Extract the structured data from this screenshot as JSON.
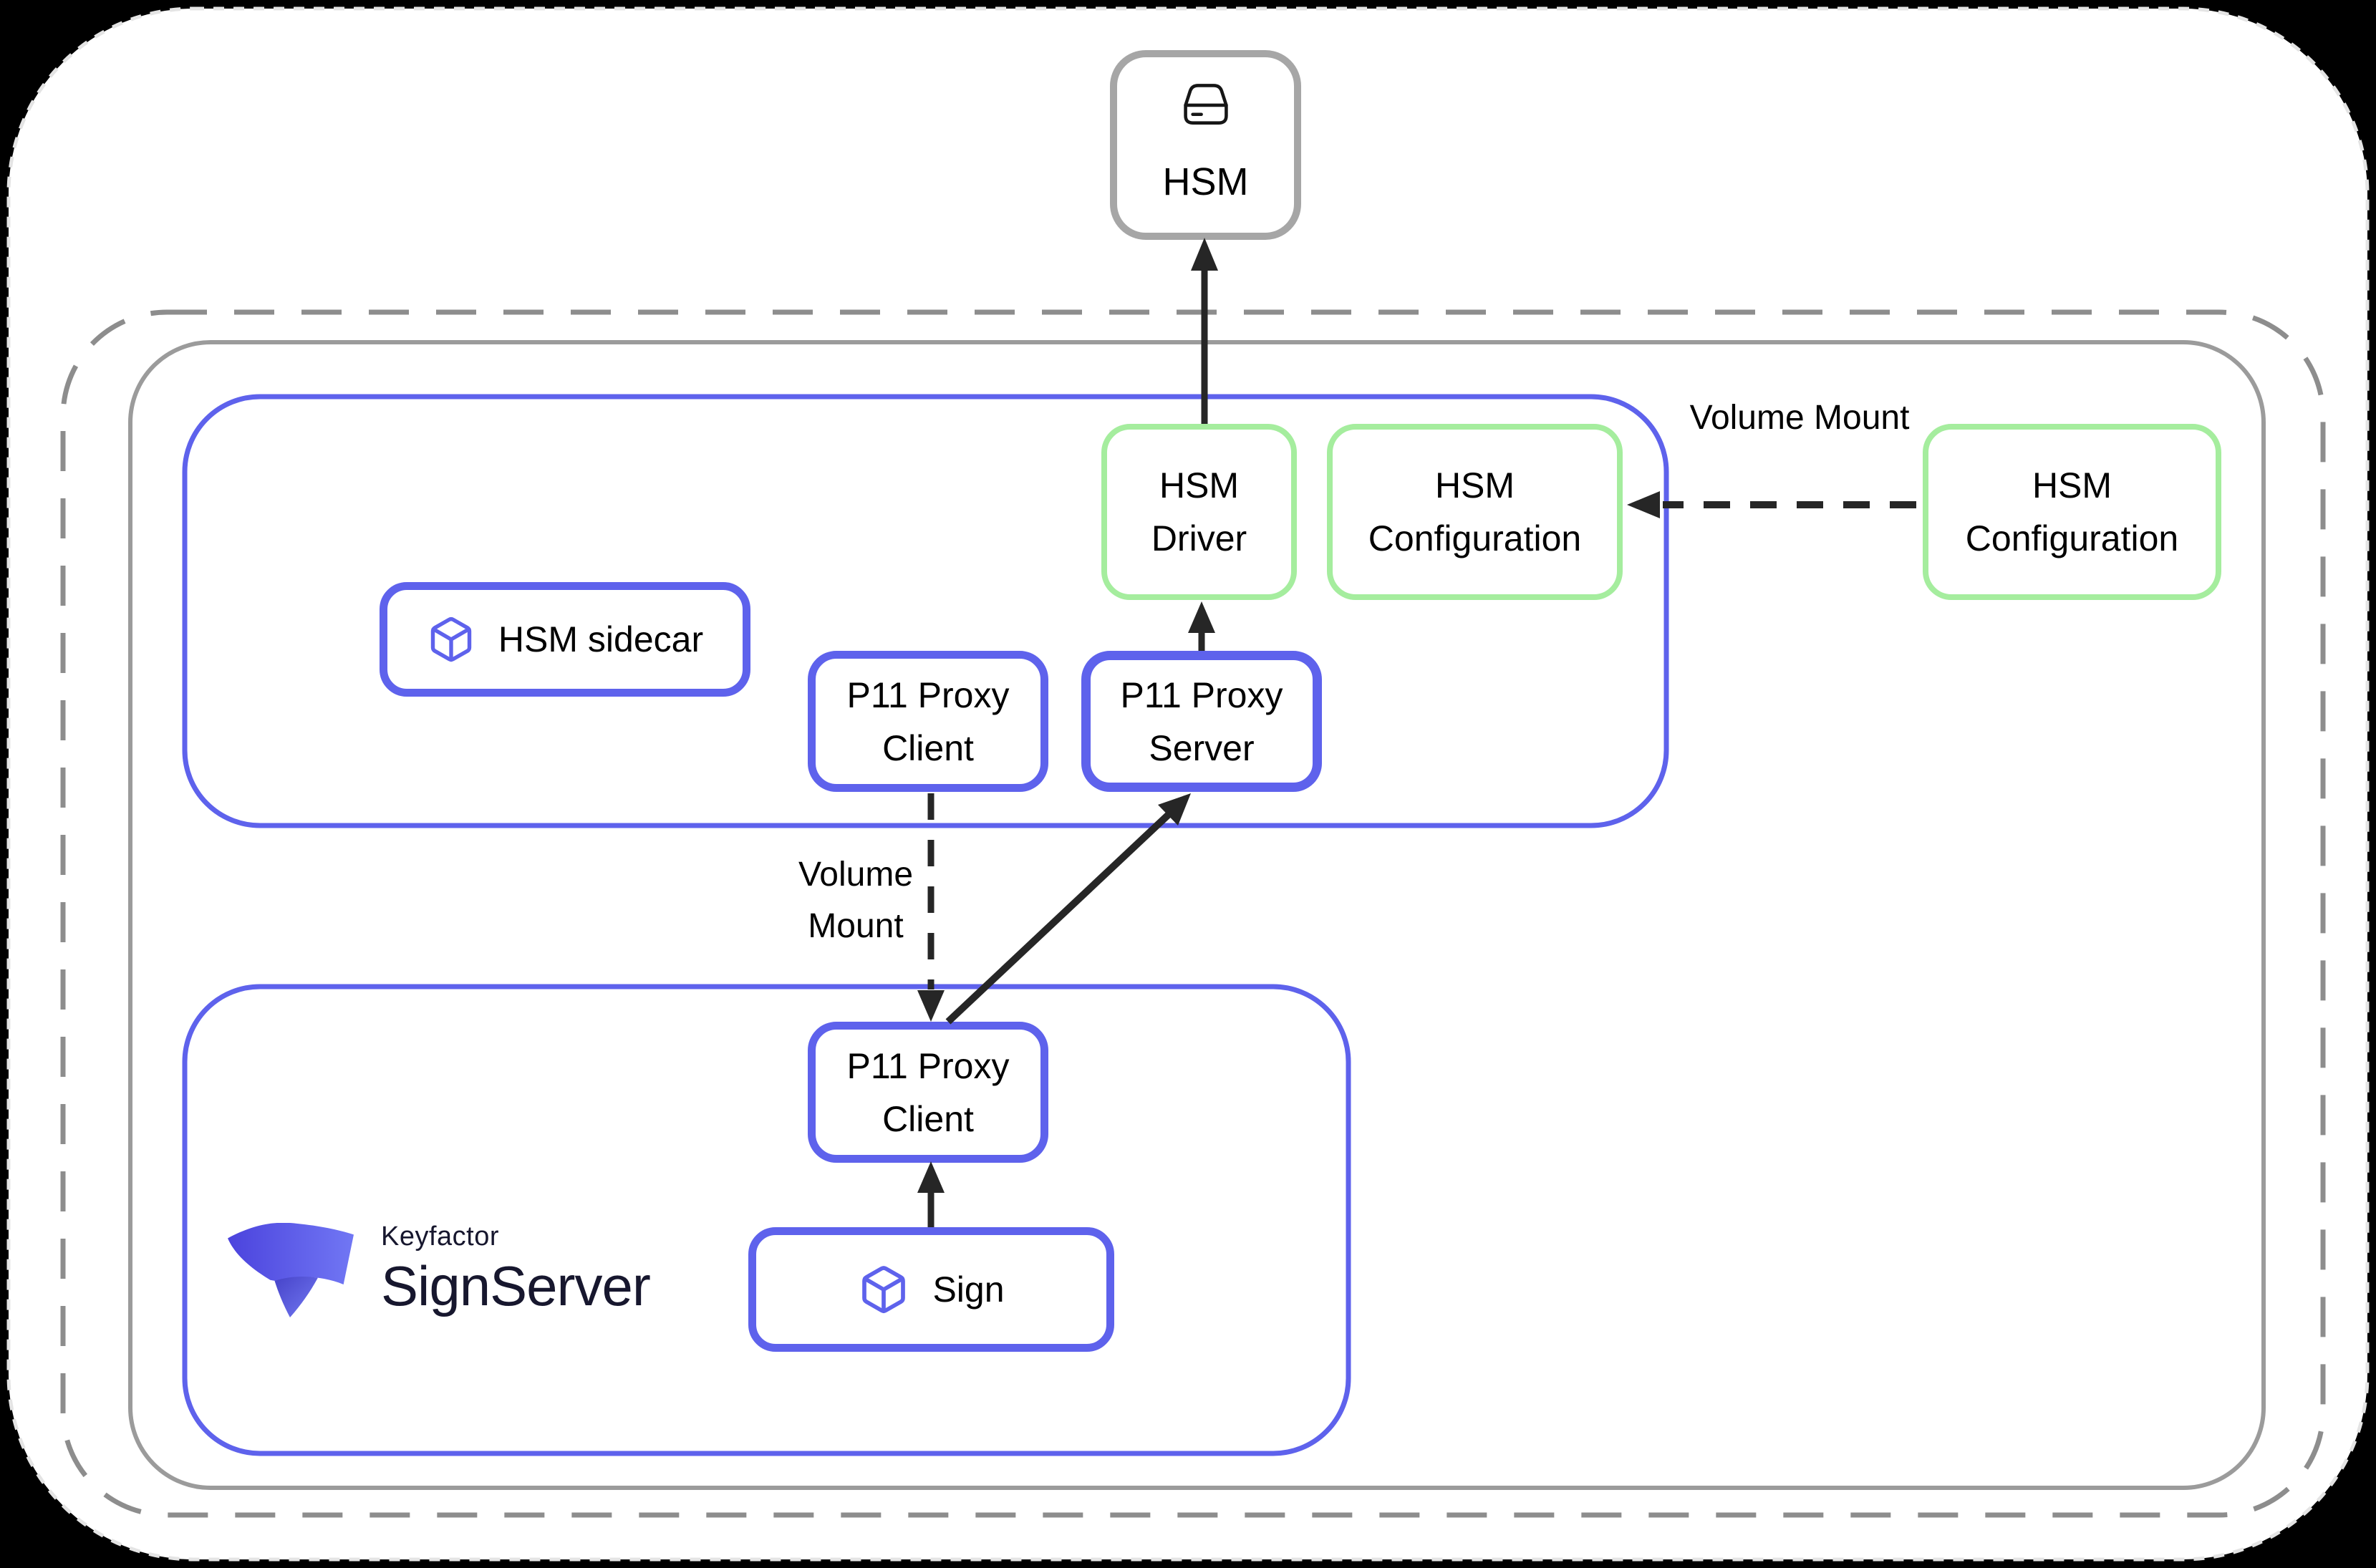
{
  "colors": {
    "blue": "#5E62EC",
    "green": "#A5ED9E",
    "gray_node": "#9B9B9B",
    "gray_cluster": "#8D8D8D",
    "frame_dash": "#E4E4E4",
    "hsm_border": "#A6A6A6",
    "arrow": "#262626",
    "text": "#000000",
    "brand_text": "#17172E"
  },
  "external": {
    "hsm": {
      "icon": "hard-drive-icon",
      "label": "HSM"
    }
  },
  "cluster": {
    "sidecar_pod": {
      "badge": {
        "icon": "cube-icon",
        "label": "HSM sidecar"
      },
      "p11_proxy_client": {
        "label": "P11 Proxy Client"
      },
      "p11_proxy_server": {
        "label": "P11 Proxy Server"
      },
      "hsm_driver": {
        "label": "HSM Driver"
      },
      "hsm_configuration": {
        "label": "HSM Configuration"
      }
    },
    "signserver_pod": {
      "p11_proxy_client": {
        "label": "P11 Proxy Client"
      },
      "sign": {
        "icon": "cube-icon",
        "label": "Sign"
      },
      "brand": {
        "icon": "keyfactor-mark-icon",
        "company": "Keyfactor",
        "product": "SignServer"
      }
    },
    "hsm_configuration_volume": {
      "label": "HSM Configuration"
    }
  },
  "labels": {
    "volume_mount_config": "Volume Mount",
    "volume_mount_proxy": "Volume Mount"
  },
  "connections": [
    {
      "from": "HSM Driver",
      "to": "HSM",
      "style": "solid-arrow"
    },
    {
      "from": "P11 Proxy Server",
      "to": "HSM Driver",
      "style": "solid-arrow"
    },
    {
      "from": "P11 Proxy Client (sidecar pod)",
      "to": "P11 Proxy Client (SignServer pod)",
      "style": "dashed-arrow",
      "label": "Volume Mount"
    },
    {
      "from": "P11 Proxy Client (SignServer pod)",
      "to": "P11 Proxy Server",
      "style": "solid-arrow"
    },
    {
      "from": "Sign",
      "to": "P11 Proxy Client (SignServer pod)",
      "style": "solid-arrow"
    },
    {
      "from": "HSM Configuration (volume)",
      "to": "HSM Configuration (sidecar pod)",
      "style": "dashed-arrow",
      "label": "Volume Mount"
    }
  ]
}
